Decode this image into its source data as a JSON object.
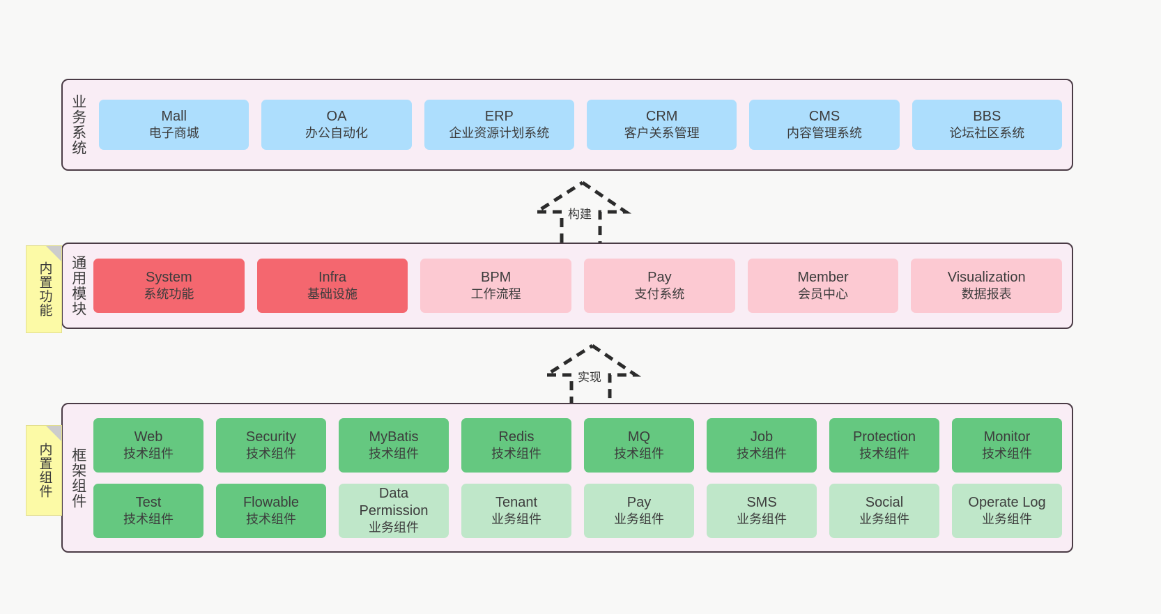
{
  "diagram": {
    "background_color": "#F8F8F7",
    "container_fill": "#F9EDF5",
    "container_border": "#4A3B45"
  },
  "notes": [
    {
      "id": "builtin-functions",
      "text": "内置功能",
      "color": "#FCFAA6"
    },
    {
      "id": "builtin-components",
      "text": "内置组件",
      "color": "#FCFAA6"
    }
  ],
  "arrows": [
    {
      "id": "build",
      "label": "构建",
      "style": "dashed-hollow-up"
    },
    {
      "id": "implement",
      "label": "实现",
      "style": "dashed-hollow-up"
    }
  ],
  "layers": [
    {
      "id": "business-systems",
      "label": "业务系统",
      "rows": [
        {
          "cards": [
            {
              "title": "Mall",
              "subtitle": "电子商城",
              "color": "#ADDEFD"
            },
            {
              "title": "OA",
              "subtitle": "办公自动化",
              "color": "#ADDEFD"
            },
            {
              "title": "ERP",
              "subtitle": "企业资源计划系统",
              "color": "#ADDEFD"
            },
            {
              "title": "CRM",
              "subtitle": "客户关系管理",
              "color": "#ADDEFD"
            },
            {
              "title": "CMS",
              "subtitle": "内容管理系统",
              "color": "#ADDEFD"
            },
            {
              "title": "BBS",
              "subtitle": "论坛社区系统",
              "color": "#ADDEFD"
            }
          ]
        }
      ]
    },
    {
      "id": "common-modules",
      "label": "通用模块",
      "rows": [
        {
          "cards": [
            {
              "title": "System",
              "subtitle": "系统功能",
              "color": "#F4676F"
            },
            {
              "title": "Infra",
              "subtitle": "基础设施",
              "color": "#F4676F"
            },
            {
              "title": "BPM",
              "subtitle": "工作流程",
              "color": "#FCC9D2"
            },
            {
              "title": "Pay",
              "subtitle": "支付系统",
              "color": "#FCC9D2"
            },
            {
              "title": "Member",
              "subtitle": "会员中心",
              "color": "#FCC9D2"
            },
            {
              "title": "Visualization",
              "subtitle": "数据报表",
              "color": "#FCC9D2"
            }
          ]
        }
      ]
    },
    {
      "id": "framework-components",
      "label": "框架组件",
      "rows": [
        {
          "cards": [
            {
              "title": "Web",
              "subtitle": "技术组件",
              "color": "#65C880"
            },
            {
              "title": "Security",
              "subtitle": "技术组件",
              "color": "#65C880"
            },
            {
              "title": "MyBatis",
              "subtitle": "技术组件",
              "color": "#65C880"
            },
            {
              "title": "Redis",
              "subtitle": "技术组件",
              "color": "#65C880"
            },
            {
              "title": "MQ",
              "subtitle": "技术组件",
              "color": "#65C880"
            },
            {
              "title": "Job",
              "subtitle": "技术组件",
              "color": "#65C880"
            },
            {
              "title": "Protection",
              "subtitle": "技术组件",
              "color": "#65C880"
            },
            {
              "title": "Monitor",
              "subtitle": "技术组件",
              "color": "#65C880"
            }
          ]
        },
        {
          "cards": [
            {
              "title": "Test",
              "subtitle": "技术组件",
              "color": "#65C880"
            },
            {
              "title": "Flowable",
              "subtitle": "技术组件",
              "color": "#65C880"
            },
            {
              "title": "Data Permission",
              "subtitle": "业务组件",
              "color": "#BFE7C9"
            },
            {
              "title": "Tenant",
              "subtitle": "业务组件",
              "color": "#BFE7C9"
            },
            {
              "title": "Pay",
              "subtitle": "业务组件",
              "color": "#BFE7C9"
            },
            {
              "title": "SMS",
              "subtitle": "业务组件",
              "color": "#BFE7C9"
            },
            {
              "title": "Social",
              "subtitle": "业务组件",
              "color": "#BFE7C9"
            },
            {
              "title": "Operate Log",
              "subtitle": "业务组件",
              "color": "#BFE7C9"
            }
          ]
        }
      ]
    }
  ]
}
